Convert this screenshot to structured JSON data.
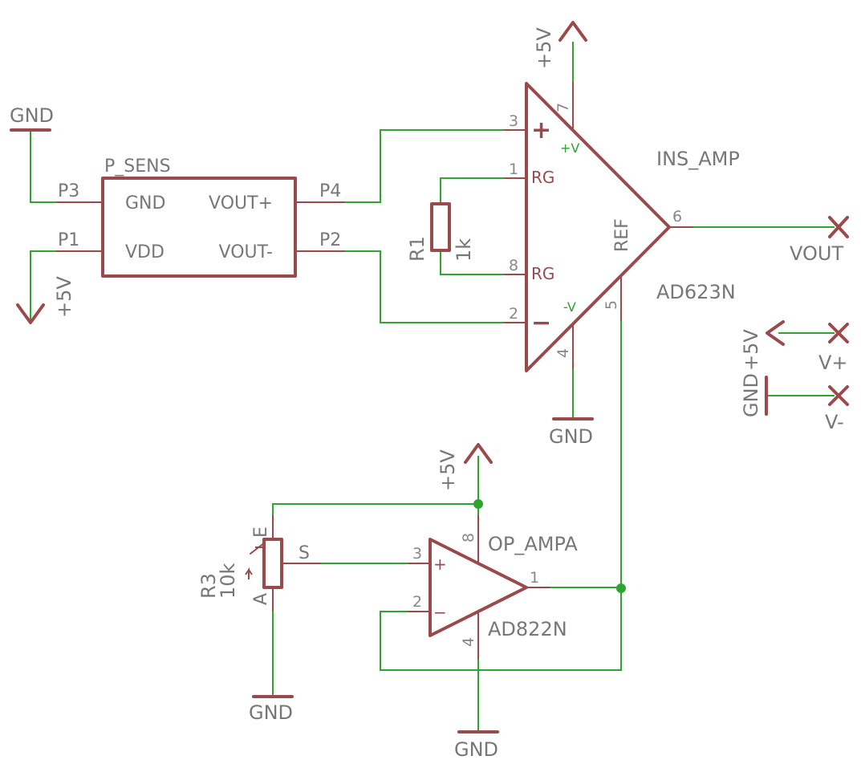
{
  "sensor": {
    "name": "P_SENS",
    "pins": {
      "gnd": "GND",
      "vdd": "VDD",
      "voutp": "VOUT+",
      "voutn": "VOUT-"
    },
    "pin_labels": {
      "p3": "P3",
      "p1": "P1",
      "p4": "P4",
      "p2": "P2"
    }
  },
  "ins_amp": {
    "name": "INS_AMP",
    "value": "AD623N",
    "pin_numbers": {
      "plus_in": "3",
      "rg1": "1",
      "rg8": "8",
      "minus_in": "2",
      "vpos": "7",
      "vneg": "4",
      "ref": "5",
      "out": "6"
    },
    "pin_names": {
      "rg_top": "RG",
      "rg_bottom": "RG",
      "vpos": "+V",
      "vneg": "-V",
      "ref": "REF"
    },
    "signs": {
      "plus": "+",
      "minus": "−"
    }
  },
  "resistor_r1": {
    "name": "R1",
    "value": "1k"
  },
  "trimmer_r3": {
    "name": "R3",
    "value": "10k",
    "pin_e": "E",
    "pin_a": "A",
    "pin_s": "S"
  },
  "op_amp": {
    "name": "OP_AMPA",
    "value": "AD822N",
    "pin_numbers": {
      "plus_in": "3",
      "minus_in": "2",
      "out": "1",
      "vpos": "8",
      "vneg": "4"
    },
    "signs": {
      "plus": "+",
      "minus": "−"
    }
  },
  "supplies": {
    "gnd_sensor": "GND",
    "plus5_sensor": "+5V",
    "plus5_ins_amp": "+5V",
    "gnd_ins_amp": "GND",
    "plus5_op_amp": "+5V",
    "gnd_op_amp": "GND",
    "gnd_trimmer": "GND",
    "plus5_connector": "+5V",
    "gnd_connector": "GND"
  },
  "connectors": {
    "vout": "VOUT",
    "vplus": "V+",
    "vminus": "V-"
  },
  "colors": {
    "symbol": "#9a4a4a",
    "wire": "#2ea52e",
    "label": "#777777"
  }
}
